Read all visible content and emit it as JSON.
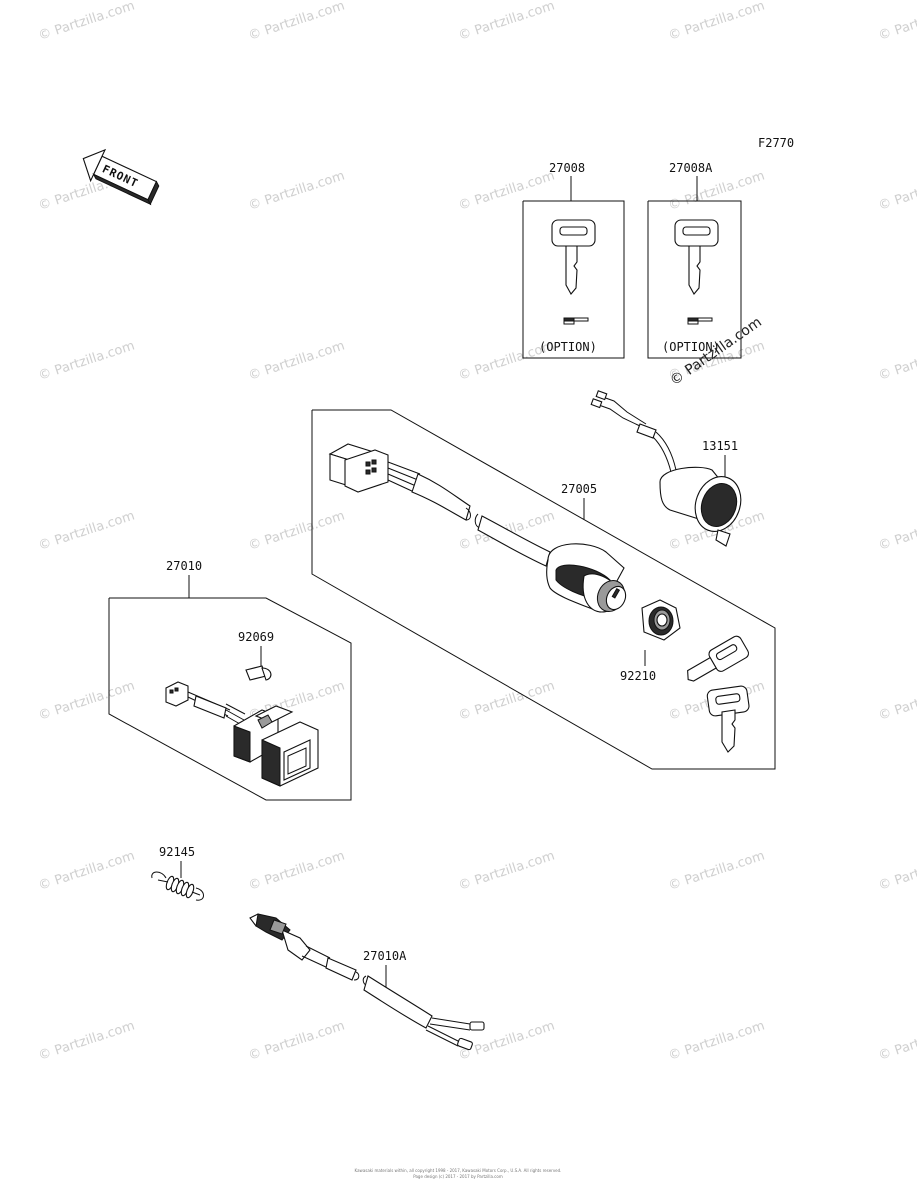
{
  "figure_code": "F2770",
  "front_label": "FRONT",
  "option_label": "(OPTION)",
  "watermark_text": "© Partzilla.com",
  "footer_line1": "Kawasaki materials within, all copyright 1998 - 2017, Kawasaki Motors Corp., U.S.A. All rights reserved.",
  "footer_line2": "Page design (c) 2017 - 2017 by Partzilla.com",
  "callouts": {
    "p27008": "27008",
    "p27008A": "27008A",
    "p13151": "13151",
    "p27005": "27005",
    "p27010": "27010",
    "p92069": "92069",
    "p92210": "92210",
    "p92145": "92145",
    "p27010A": "27010A"
  },
  "colors": {
    "line": "#111111",
    "watermark": "#cfcfcf"
  }
}
